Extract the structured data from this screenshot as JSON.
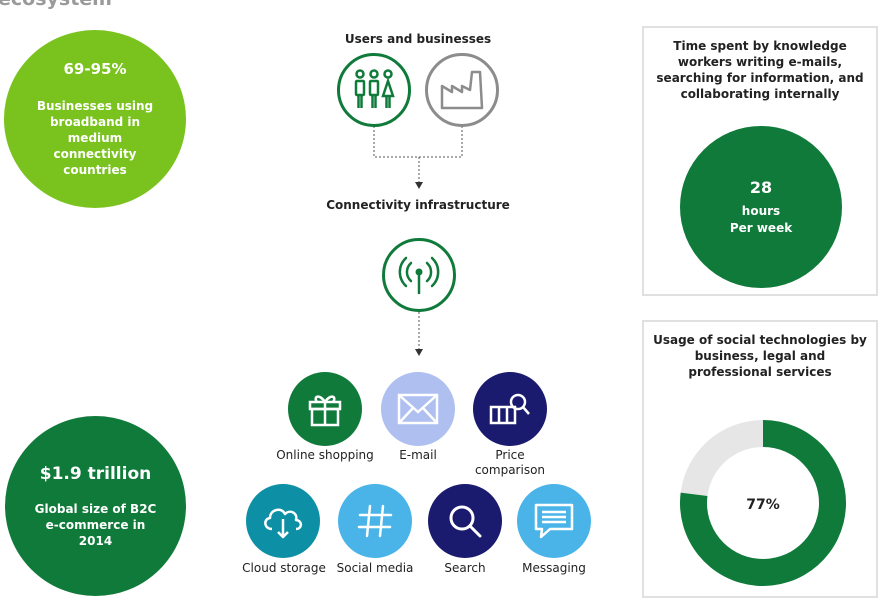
{
  "heading": "ecosystem",
  "left_stats": [
    {
      "value": "69-95%",
      "label": "Businesses using broadband in medium connectivity countries",
      "color": "#7ac31e"
    },
    {
      "value": "$1.9 trillion",
      "label": "Global size of B2C e-commerce in 2014",
      "color": "#0f7a3a"
    }
  ],
  "flow": {
    "users_title": "Users and businesses",
    "infra_title": "Connectivity infrastructure",
    "icons": [
      "people-icon",
      "factory-icon",
      "signal-tower-icon"
    ]
  },
  "services": [
    {
      "label": "Online shopping",
      "icon": "gift-icon",
      "color": "#0f7a3a"
    },
    {
      "label": "E-mail",
      "icon": "envelope-icon",
      "color": "#aebff0"
    },
    {
      "label": "Price comparison",
      "icon": "price-search-icon",
      "color": "#1a1a6e"
    },
    {
      "label": "Cloud storage",
      "icon": "cloud-download-icon",
      "color": "#0d8fa6"
    },
    {
      "label": "Social media",
      "icon": "hashtag-icon",
      "color": "#4ab4e8"
    },
    {
      "label": "Search",
      "icon": "magnifier-icon",
      "color": "#1a1a6e"
    },
    {
      "label": "Messaging",
      "icon": "message-icon",
      "color": "#4ab4e8"
    }
  ],
  "time_panel": {
    "title": "Time spent by knowledge workers writing e-mails, searching for information, and collaborating internally",
    "value": "28",
    "unit_line1": "hours",
    "unit_line2": "Per week"
  },
  "social_panel": {
    "title": "Usage of social technologies by business, legal and professional services",
    "percent_label": "77%",
    "percent": 77,
    "colors": {
      "fill": "#0f7a3a",
      "rest": "#e6e6e6"
    }
  }
}
